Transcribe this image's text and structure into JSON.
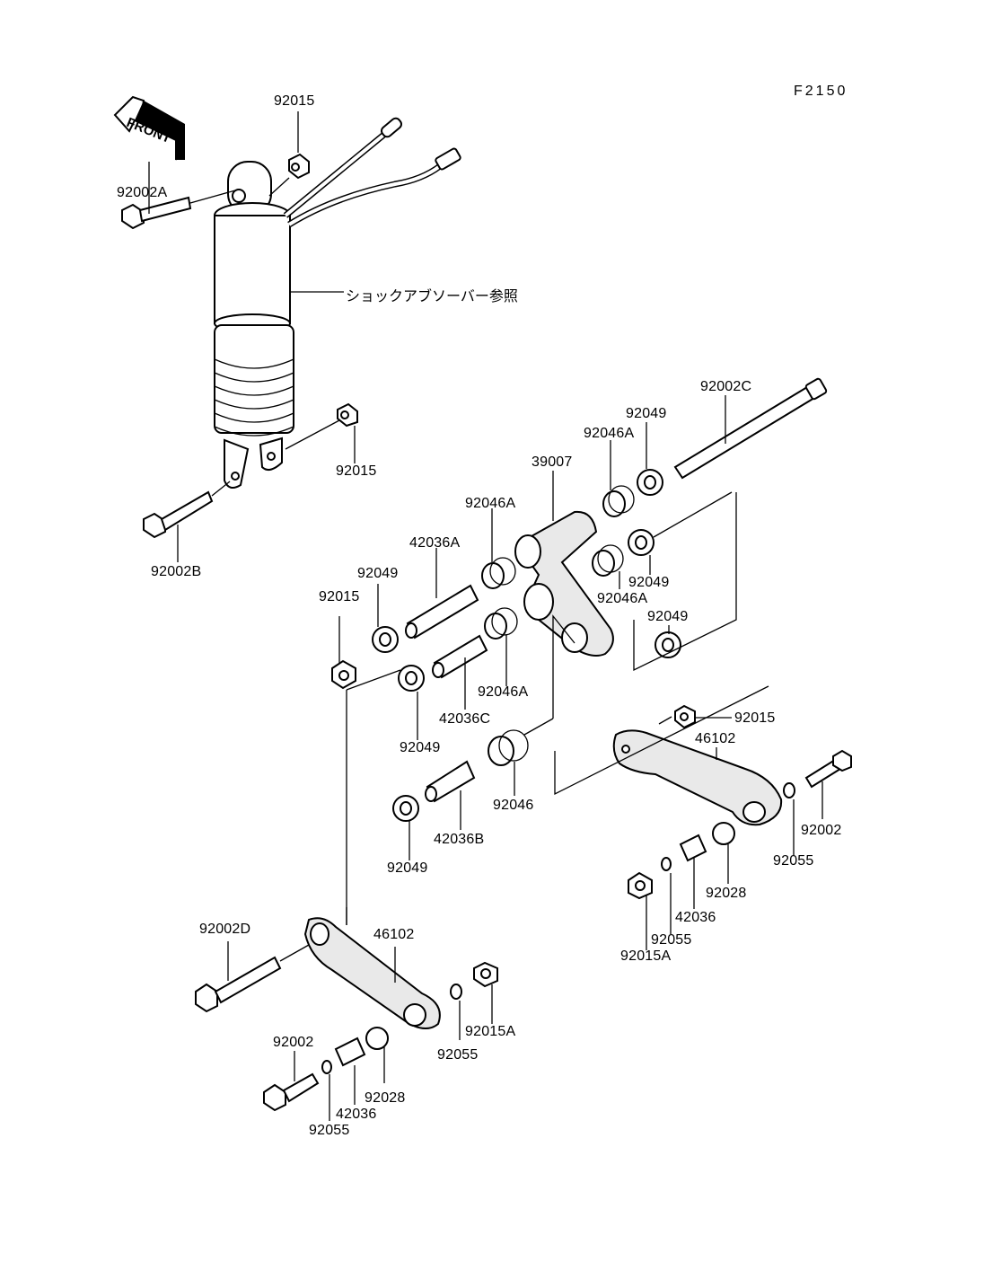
{
  "figure_id": "F2150",
  "note": "ショックアブソーバー参照",
  "front_arrow": "FRONT",
  "labels": {
    "p92015_top": "92015",
    "p92002A": "92002A",
    "p92015_mid": "92015",
    "p92002B": "92002B",
    "p92002C": "92002C",
    "p92049_a": "92049",
    "p92046A_a": "92046A",
    "p39007": "39007",
    "p92046A_b": "92046A",
    "p42036A": "42036A",
    "p92049_b": "92049",
    "p92015_c": "92015",
    "p92049_c": "92049",
    "p92046A_c": "92046A",
    "p92049_d": "92049",
    "p92046A_d": "92046A",
    "p42036C": "42036C",
    "p92049_e": "92049",
    "p92015_d": "92015",
    "p46102_a": "46102",
    "p92046": "92046",
    "p42036B": "42036B",
    "p92049_f": "92049",
    "p92002_a": "92002",
    "p92055_a": "92055",
    "p92028_a": "92028",
    "p42036_a": "42036",
    "p92055_b": "92055",
    "p92015A_a": "92015A",
    "p92002D": "92002D",
    "p46102_b": "46102",
    "p92055_c": "92055",
    "p92015A_b": "92015A",
    "p92002_b": "92002",
    "p92028_b": "92028",
    "p42036_b": "42036",
    "p92055_d": "92055"
  }
}
